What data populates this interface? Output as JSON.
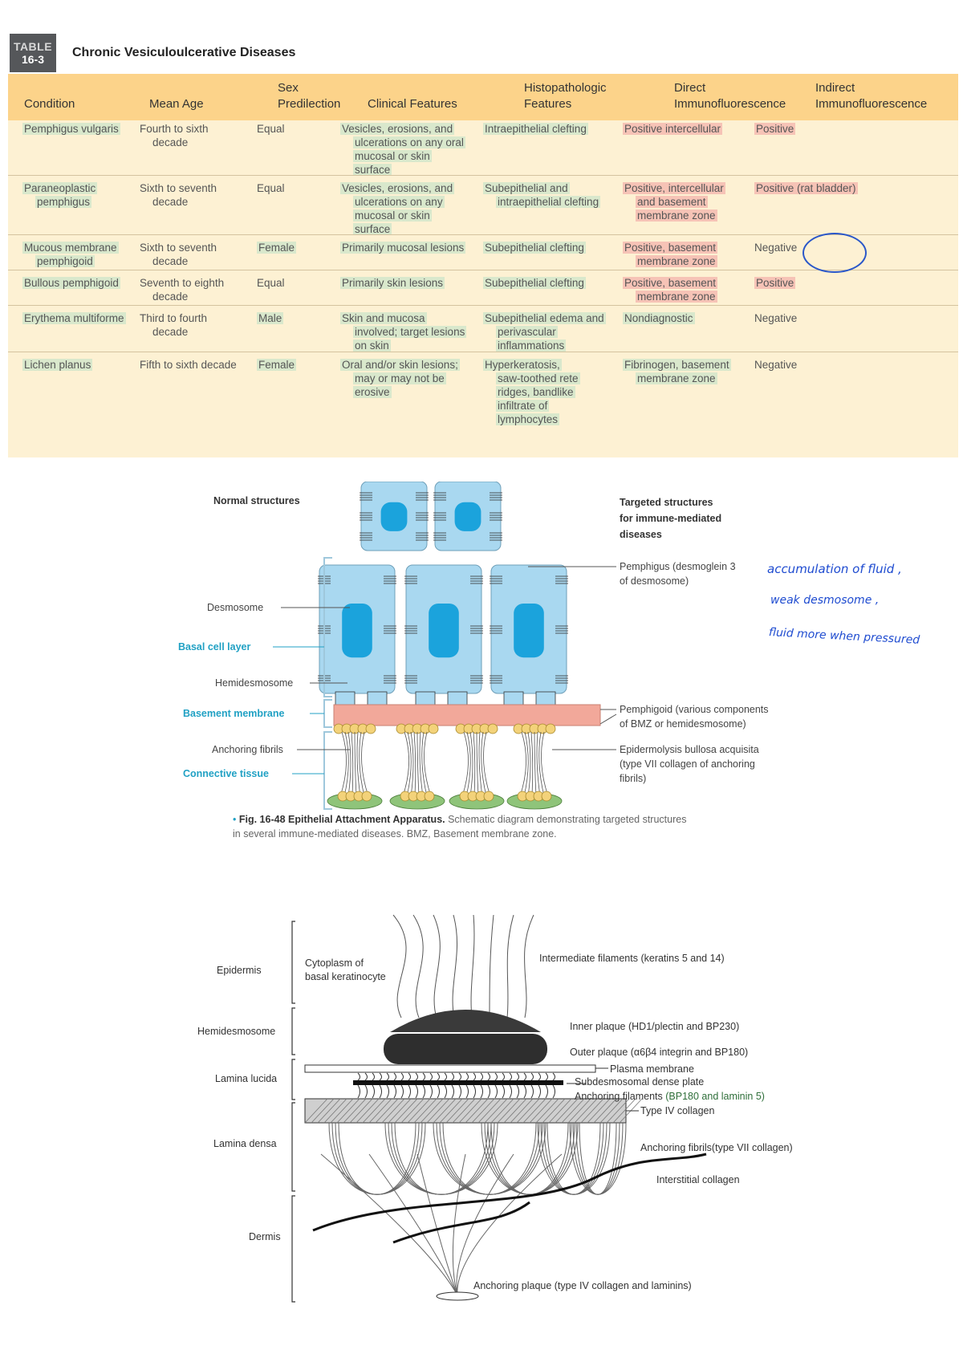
{
  "table": {
    "badge_top": "TABLE",
    "badge_num": "16-3",
    "title": "Chronic Vesiculoulcerative Diseases",
    "headers": {
      "condition": "Condition",
      "mean_age": "Mean Age",
      "sex_1": "Sex",
      "sex_2": "Predilection",
      "clinical": "Clinical Features",
      "histo_1": "Histopathologic",
      "histo_2": "Features",
      "dif_1": "Direct",
      "dif_2": "Immunofluorescence",
      "iif_1": "Indirect",
      "iif_2": "Immunofluorescence"
    },
    "rows": [
      {
        "condition": [
          "Pemphigus vulgaris"
        ],
        "age": [
          "Fourth to sixth",
          "decade"
        ],
        "sex": "Equal",
        "clinical": [
          "Vesicles, erosions, and",
          "ulcerations on any oral",
          "mucosal or skin",
          "surface"
        ],
        "histo": [
          "Intraepithelial clefting"
        ],
        "dif": [
          "Positive intercellular"
        ],
        "iif": "Positive"
      },
      {
        "condition": [
          "Paraneoplastic",
          "pemphigus"
        ],
        "age": [
          "Sixth to seventh",
          "decade"
        ],
        "sex": "Equal",
        "clinical": [
          "Vesicles, erosions, and",
          "ulcerations on any",
          "mucosal or skin",
          "surface"
        ],
        "histo": [
          "Subepithelial and",
          "intraepithelial clefting"
        ],
        "dif": [
          "Positive, intercellular",
          "and basement",
          "membrane zone"
        ],
        "iif": "Positive (rat bladder)"
      },
      {
        "condition": [
          "Mucous membrane",
          "pemphigoid"
        ],
        "age": [
          "Sixth to seventh",
          "decade"
        ],
        "sex": "Female",
        "clinical": [
          "Primarily mucosal lesions"
        ],
        "histo": [
          "Subepithelial clefting"
        ],
        "dif": [
          "Positive, basement",
          "membrane zone"
        ],
        "iif": "Negative"
      },
      {
        "condition": [
          "Bullous pemphigoid"
        ],
        "age": [
          "Seventh to eighth",
          "decade"
        ],
        "sex": "Equal",
        "clinical": [
          "Primarily skin lesions"
        ],
        "histo": [
          "Subepithelial clefting"
        ],
        "dif": [
          "Positive, basement",
          "membrane zone"
        ],
        "iif": "Positive"
      },
      {
        "condition": [
          "Erythema multiforme"
        ],
        "age": [
          "Third to fourth",
          "decade"
        ],
        "sex": "Male",
        "clinical": [
          "Skin and mucosa",
          "involved; target lesions",
          "on skin"
        ],
        "histo": [
          "Subepithelial edema and",
          "perivascular",
          "inflammations"
        ],
        "dif": [
          "Nondiagnostic"
        ],
        "iif": "Negative"
      },
      {
        "condition": [
          "Lichen planus"
        ],
        "age": [
          "Fifth to sixth decade"
        ],
        "sex": "Female",
        "clinical": [
          "Oral and/or skin lesions;",
          "may or may not be",
          "erosive"
        ],
        "histo": [
          "Hyperkeratosis,",
          "saw-toothed rete",
          "ridges, bandlike",
          "infiltrate of",
          "lymphocytes"
        ],
        "dif": [
          "Fibrinogen, basement",
          "membrane zone"
        ],
        "iif": "Negative"
      }
    ]
  },
  "figure1": {
    "normal_structures": "Normal structures",
    "targeted_1": "Targeted structures",
    "targeted_2": "for immune-mediated",
    "targeted_3": "diseases",
    "desmosome": "Desmosome",
    "basal_cell_layer": "Basal cell layer",
    "hemidesmosome": "Hemidesmosome",
    "basement_membrane": "Basement membrane",
    "anchoring_fibrils": "Anchoring fibrils",
    "connective_tissue": "Connective tissue",
    "pemphigus_1": "Pemphigus (desmoglein 3",
    "pemphigus_2": "of desmosome)",
    "pemphigoid_1": "Pemphigoid (various components",
    "pemphigoid_2": "of BMZ or hemidesmosome)",
    "eba_1": "Epidermolysis bullosa acquisita",
    "eba_2": "(type VII collagen of anchoring",
    "eba_3": "fibrils)",
    "caption_bold": "Fig. 16-48 Epithelial Attachment Apparatus.",
    "caption_rest": " Schematic diagram demonstrating targeted structures",
    "caption_2": "in several immune-mediated diseases. BMZ, Basement membrane zone.",
    "notes": [
      "accumulation of fluid ,",
      "weak desmosome ,",
      "fluid more when pressured"
    ],
    "colors": {
      "cell": "#a9d8f0",
      "nucleus": "#1ba3dc",
      "bm": "#f2a89a",
      "fibril_ball": "#f3d27a",
      "plaque": "#8fc47a",
      "teal": "#21a1c4"
    }
  },
  "figure2": {
    "epidermis": "Epidermis",
    "cytoplasm_1": "Cytoplasm of",
    "cytoplasm_2": "basal keratinocyte",
    "hemidesmosome": "Hemidesmosome",
    "lamina_lucida": "Lamina lucida",
    "lamina_densa": "Lamina densa",
    "dermis": "Dermis",
    "intermediate_a": "Intermediate filaments ",
    "intermediate_b": "(keratins 5 and 14)",
    "inner_plaque": "Inner  plaque (HD1/plectin and BP230)",
    "outer_plaque": "Outer  plaque (α6β4 integrin and BP180)",
    "plasma_membrane": "Plasma membrane",
    "subdesmosomal": "Subdesmosomal dense plate",
    "anchoring_filaments_a": "Anchoring filaments ",
    "anchoring_filaments_b": "(BP180 and laminin 5)",
    "type_iv": "Type IV collagen",
    "anchoring_fibrils": "Anchoring fibrils(type VII collagen)",
    "interstitial": "Interstitial collagen",
    "anchoring_plaque": "Anchoring plaque (type IV collagen and laminins)"
  }
}
